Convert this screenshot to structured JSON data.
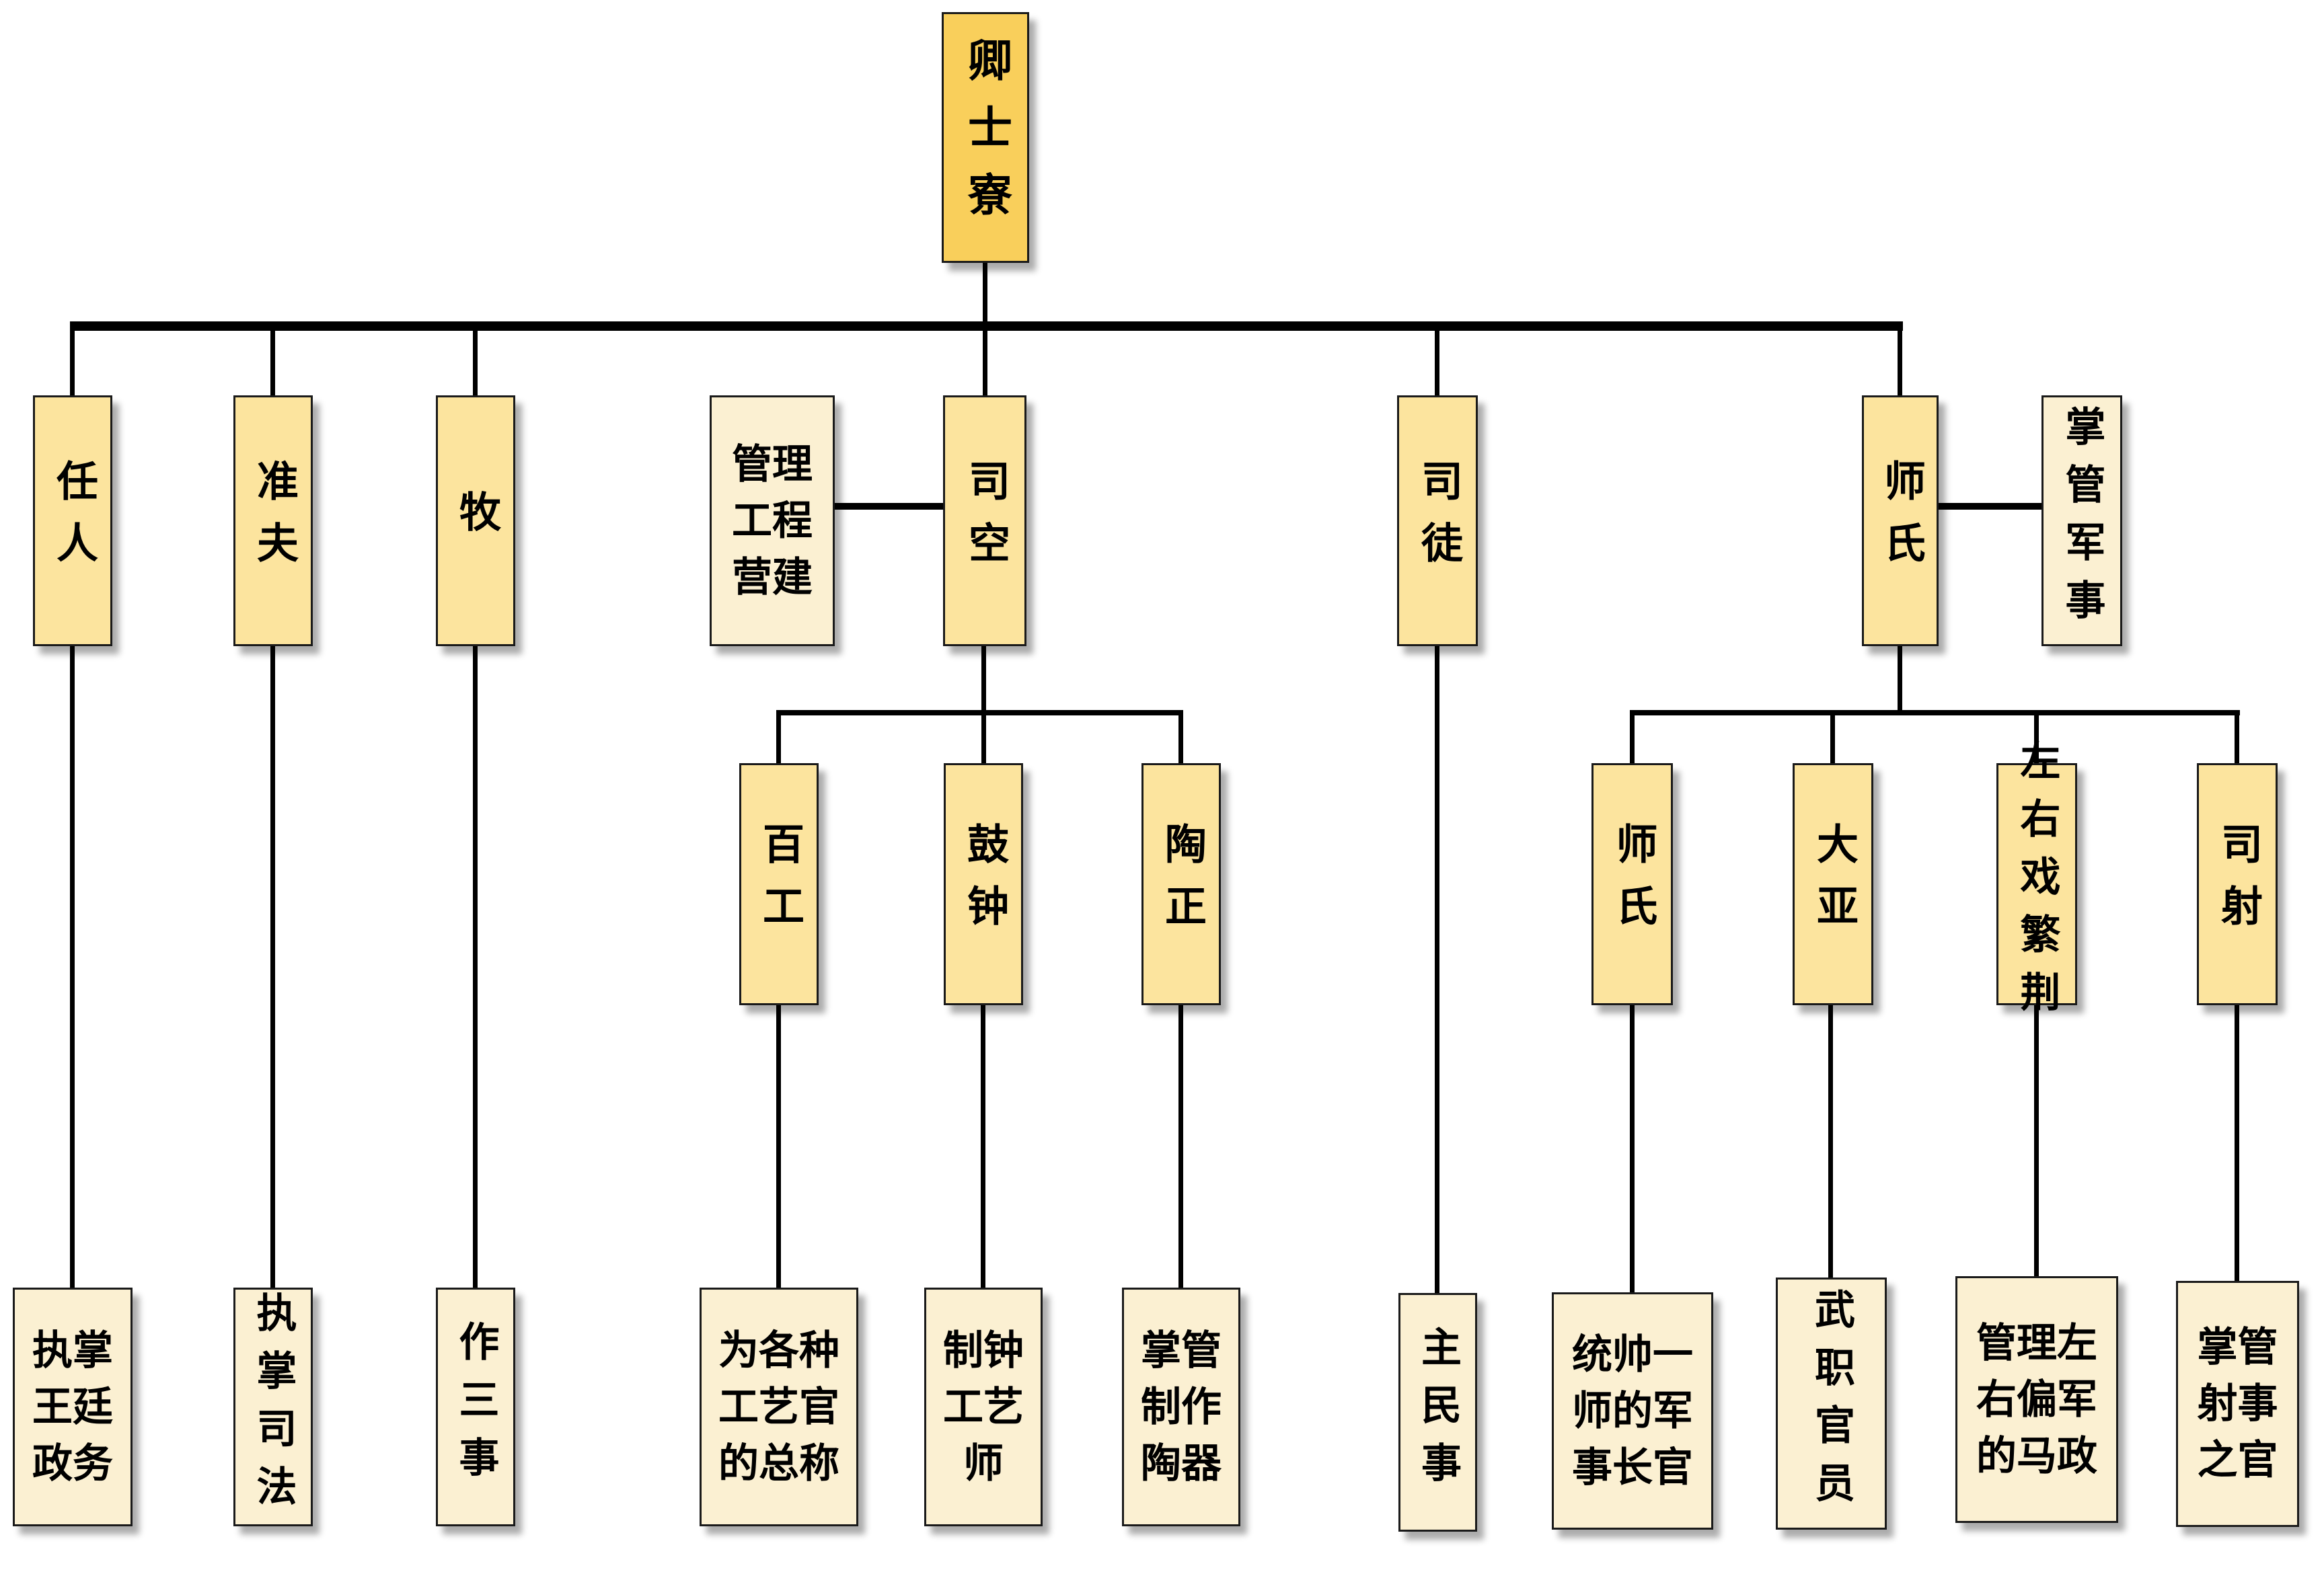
{
  "palette": {
    "root_fill": "#F9CF5B",
    "node_fill": "#FCE49E",
    "note_fill": "#FBF0D2",
    "line_color": "#000000",
    "border_color": "#1A1A1A",
    "background": "#FFFFFF"
  },
  "tree": {
    "root": {
      "label": "卿士寮"
    },
    "level2": {
      "renren": {
        "label": "任人",
        "desc": "执掌王廷政务"
      },
      "zhunfu": {
        "label": "准夫",
        "desc": "执掌司法"
      },
      "mu": {
        "label": "牧",
        "desc": "作三事"
      },
      "sikong": {
        "label": "司空",
        "note": "管理工程营建"
      },
      "situ": {
        "label": "司徒",
        "desc": "主民事"
      },
      "shishi": {
        "label": "师氏",
        "note": "掌管军事"
      }
    },
    "level3_under_sikong": {
      "baigong": {
        "label": "百工",
        "desc": "为各种工艺官的总称"
      },
      "guzhong": {
        "label": "鼓钟",
        "desc": "制钟工艺师"
      },
      "taozheng": {
        "label": "陶正",
        "desc": "掌管制作陶器"
      }
    },
    "level3_under_shishi": {
      "shishi2": {
        "label": "师氏",
        "desc": "统帅一师的军事长官"
      },
      "daya": {
        "label": "大亚",
        "desc": "武职官员"
      },
      "zuoyouxifanjing": {
        "label": "左右戏繁荆",
        "desc": "管理左右偏军的马政"
      },
      "sishe": {
        "label": "司射",
        "desc": "掌管射事之官"
      }
    }
  },
  "hierarchy": {
    "root": "卿士寮",
    "children_of_root": [
      "任人",
      "准夫",
      "牧",
      "司空",
      "司徒",
      "师氏"
    ],
    "children_of_sikong": [
      "百工",
      "鼓钟",
      "陶正"
    ],
    "children_of_shishi": [
      "师氏",
      "大亚",
      "左右戏繁荆",
      "司射"
    ],
    "side_notes": {
      "司空": "管理工程营建",
      "师氏": "掌管军事"
    }
  }
}
